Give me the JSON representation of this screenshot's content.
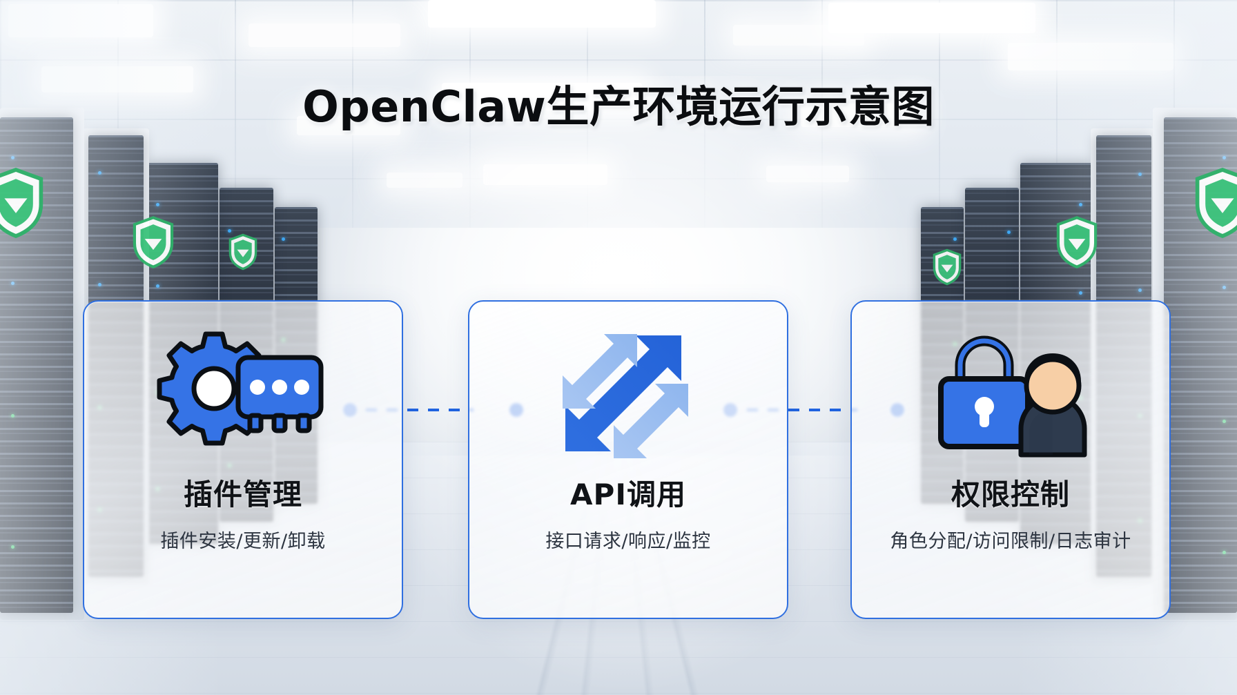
{
  "page": {
    "title": "OpenClaw生产环境运行示意图",
    "background_scene": "data-center-server-room",
    "accent_color": "#2f6fe0",
    "line_color": "#1f63e0",
    "shield_color": "#2fb26a",
    "title_color": "#0b0d10"
  },
  "cards": [
    {
      "id": "plugin-management",
      "icon": "gear-plugin-icon",
      "title": "插件管理",
      "subtitle": "插件安装/更新/卸载",
      "icon_color": "#3573e6"
    },
    {
      "id": "api-invocation",
      "icon": "bidirectional-arrows-icon",
      "title": "API调用",
      "subtitle": "接口请求/响应/监控",
      "icon_color": "#2f6fe0"
    },
    {
      "id": "permission-control",
      "icon": "lock-user-icon",
      "title": "权限控制",
      "subtitle": "角色分配/访问限制/日志审计",
      "icon_color": "#3573e6"
    }
  ],
  "connectors": [
    {
      "id": "connector-1",
      "from": "plugin-management",
      "to": "api-invocation",
      "style": "dashed"
    },
    {
      "id": "connector-2",
      "from": "api-invocation",
      "to": "permission-control",
      "style": "dashed"
    }
  ],
  "shields": [
    {
      "id": "shield-left-1"
    },
    {
      "id": "shield-left-2"
    },
    {
      "id": "shield-left-3"
    },
    {
      "id": "shield-right-1"
    },
    {
      "id": "shield-right-2"
    },
    {
      "id": "shield-right-3"
    }
  ]
}
